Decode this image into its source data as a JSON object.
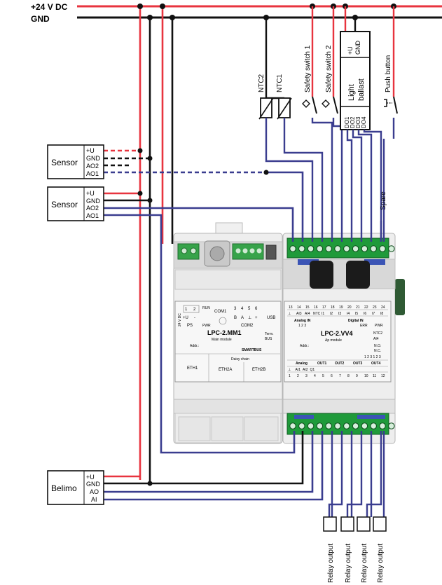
{
  "supply": {
    "plus24": "+24 V DC",
    "gnd": "GND"
  },
  "switches": {
    "ntc2": "NTC2",
    "ntc1": "NTC1",
    "safety1": "Safety switch 1",
    "safety2": "Safety switch 2",
    "push": "Push button"
  },
  "light_ballast": {
    "title_line1": "Light",
    "title_line2": "ballast",
    "plus_u": "+U",
    "gnd": "GND",
    "outputs": [
      "DO1",
      "DO2",
      "DO3",
      "DO4"
    ]
  },
  "spare": "Spare",
  "sensor1": {
    "name": "Sensor",
    "pins": [
      "+U",
      "GND",
      "AO2",
      "AO1"
    ]
  },
  "sensor2": {
    "name": "Sensor",
    "pins": [
      "+U",
      "GND",
      "AO2",
      "AO1"
    ]
  },
  "belimo": {
    "name": "Belimo",
    "pins": [
      "+U",
      "GND",
      "AO",
      "AI"
    ]
  },
  "mm1": {
    "model": "LPC-2.MM1",
    "subtitle": "Main module",
    "addr": "Addr.:",
    "brand": "SMARTBUS",
    "ps": "PS",
    "pwr": "PWR",
    "run": "RUN",
    "com1": "COM1",
    "com2": "COM2",
    "usb": "USB",
    "voltage": "24 V DC",
    "pins_ps": [
      "1",
      "2"
    ],
    "ps_signs": [
      "+U",
      "-"
    ],
    "pins_com2": [
      "3",
      "4",
      "5",
      "6"
    ],
    "com2_signs": [
      "B",
      "A",
      "⊥",
      "+"
    ],
    "daisy": "Daisy chain",
    "eth1": "ETH1",
    "eth2a": "ETH2A",
    "eth2b": "ETH2B",
    "term": "Term.",
    "bias": "BUS"
  },
  "vv4": {
    "model": "LPC-2.VV4",
    "subtitle": "Δp module",
    "addr": "Addr.:",
    "top_numbers": [
      "13",
      "14",
      "15",
      "16",
      "17",
      "18",
      "19",
      "20",
      "21",
      "22",
      "23",
      "24"
    ],
    "top_signals": [
      "⊥",
      "AI3",
      "AI4",
      "NTC",
      "I1",
      "I2",
      "I3",
      "I4",
      "I5",
      "I6",
      "I7",
      "I8"
    ],
    "analog_in": "Analog IN",
    "digital_in": "Digital IN",
    "group": "1 2 3",
    "err": "ERR",
    "pwr": "PWR",
    "ntc2": "NTC2",
    "ai4": "AI4",
    "no": "N.O.",
    "nc": "N.C.",
    "bottom_numbers": [
      "1",
      "2",
      "3",
      "4",
      "5",
      "6",
      "7",
      "8",
      "9",
      "10",
      "11",
      "12"
    ],
    "bottom_signals": [
      "⊥",
      "AI1",
      "AI2",
      "Q1"
    ],
    "analog": "Analog",
    "outs": [
      "OUT1",
      "OUT2",
      "OUT3",
      "OUT4"
    ],
    "dip": "1 2 3 1 2 3"
  },
  "relays": [
    "Relay output",
    "Relay output",
    "Relay output",
    "Relay output"
  ],
  "colors": {
    "plus": "#e8343f",
    "gnd": "#111111",
    "signal": "#3a3d8f",
    "terminal": "#1f9a3a"
  }
}
